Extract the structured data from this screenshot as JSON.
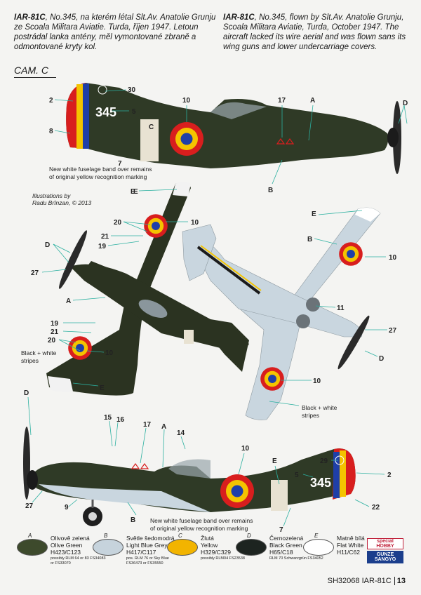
{
  "header": {
    "cz_model": "IAR-81C",
    "cz_text": ", No.345, na kterém létal Slt.Av. Anatolie Grunju ze Scoala Militara Aviatie. Turda, říjen 1947. Letoun postrádal lanka antény, měl vymontované zbraně a odmontované kryty kol.",
    "en_model": "IAR-81C",
    "en_text": ", No.345, flown by Slt.Av. Anatolie Grunju, Scoala Militara Aviatie, Turda, October 1947. The aircraft lacked its wire aerial and was flown sans its wing guns and lower undercarriage covers.",
    "cam": "CAM. C"
  },
  "aircraft": {
    "number": "345"
  },
  "credits": {
    "line1": "Illustrations by",
    "line2": "Radu Brînzan, © 2013"
  },
  "notes": {
    "band_top_1": "New white fuselage band over remains",
    "band_top_2": "of original yellow recognition marking",
    "band_bottom_1": "New white fuselage band over remains",
    "band_bottom_2": "of original yellow recognition marking",
    "stripes_left_1": "Black + white",
    "stripes_left_2": "stripes",
    "stripes_right_1": "Black + white",
    "stripes_right_2": "stripes"
  },
  "callouts": {
    "side_top": [
      "2",
      "30",
      "5",
      "8",
      "7",
      "10",
      "17",
      "A",
      "B",
      "D",
      "C",
      "E"
    ],
    "top_view": [
      "E",
      "20",
      "10",
      "21",
      "19",
      "D",
      "27",
      "A",
      "19",
      "21",
      "20",
      "10",
      "E"
    ],
    "bottom_view": [
      "E",
      "B",
      "10",
      "11",
      "27",
      "D",
      "10"
    ],
    "side_bottom": [
      "D",
      "15",
      "16",
      "17",
      "A",
      "14",
      "10",
      "E",
      "29",
      "5",
      "2",
      "27",
      "9",
      "B",
      "7",
      "22"
    ]
  },
  "legend": [
    {
      "letter": "A",
      "color": "#3d4a2c",
      "cz": "Olivově zelená",
      "en": "Olive Green",
      "code": "H423/C123",
      "small": "possibly RLM 64 or 83 FS34083 or FS33070"
    },
    {
      "letter": "B",
      "color": "#c6d3dc",
      "cz": "Světle šedomodrá",
      "en": "Light Blue Grey",
      "code": "H417/C117",
      "small": "pos. RLM 76 or Sky Blue FS36473 or FS35550"
    },
    {
      "letter": "C",
      "color": "#f2b400",
      "cz": "Žlutá",
      "en": "Yellow",
      "code": "H329/C329",
      "small": "possibly RLM04 FS23538"
    },
    {
      "letter": "D",
      "color": "#1d2420",
      "cz": "Černozelená",
      "en": "Black Green",
      "code": "H65/C18",
      "small": "RLM 70 Schwarzgrün FS34052"
    },
    {
      "letter": "E",
      "color": "#ffffff",
      "cz": "Matně bílá",
      "en": "Flat White",
      "code": "H11/C62",
      "small": ""
    }
  ],
  "logo": {
    "line1": "special HOBBY",
    "line2": "GUNZE SANGYO"
  },
  "footer": {
    "code": "SH32068",
    "model": "IAR-81C",
    "page": "13"
  }
}
